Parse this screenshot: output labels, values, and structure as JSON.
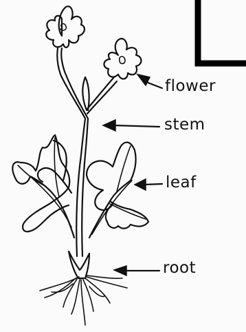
{
  "labels": {
    "flower": "flower",
    "stem": "stem",
    "leaf": "leaf",
    "root": "root"
  },
  "colors": {
    "ink": "#111111",
    "paper": "#fbfbfb"
  }
}
